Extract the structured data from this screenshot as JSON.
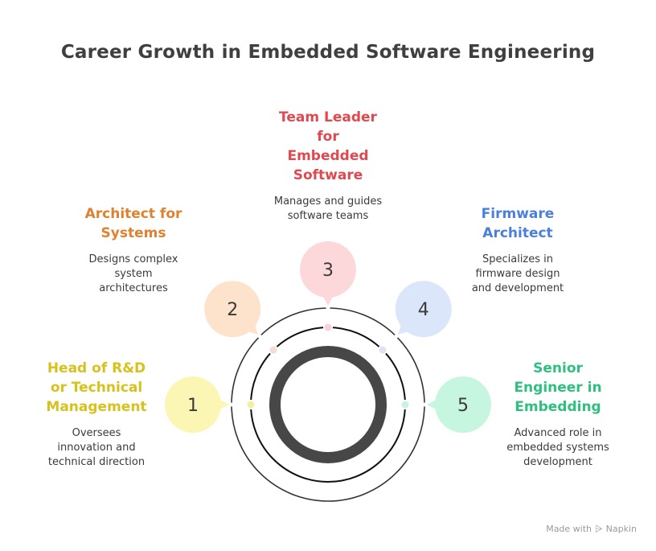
{
  "title": "Career Growth in Embedded Software Engineering",
  "steps": [
    {
      "number": "1",
      "heading_lines": [
        "Head of R&D",
        "or Technical",
        "Management"
      ],
      "description_lines": [
        "Oversees",
        "innovation and",
        "technical direction"
      ],
      "heading_color": "#d6c21a",
      "bubble_color": "#fcf6b4",
      "dot_color": "#f2f0a0"
    },
    {
      "number": "2",
      "heading_lines": [
        "Architect for",
        "Systems"
      ],
      "description_lines": [
        "Designs complex",
        "system",
        "architectures"
      ],
      "heading_color": "#e0812e",
      "bubble_color": "#fde3cc",
      "dot_color": "#f3ddd0"
    },
    {
      "number": "3",
      "heading_lines": [
        "Team Leader",
        "for",
        "Embedded",
        "Software"
      ],
      "description_lines": [
        "Manages and guides",
        "software teams"
      ],
      "heading_color": "#e0494f",
      "bubble_color": "#fdd8da",
      "dot_color": "#f9d2d8"
    },
    {
      "number": "4",
      "heading_lines": [
        "Firmware",
        "Architect"
      ],
      "description_lines": [
        "Specializes in",
        "firmware design",
        "and development"
      ],
      "heading_color": "#4a7fe0",
      "bubble_color": "#dbe6fb",
      "dot_color": "#dde3f2"
    },
    {
      "number": "5",
      "heading_lines": [
        "Senior",
        "Engineer in",
        "Embedding"
      ],
      "description_lines": [
        "Advanced role in",
        "embedded systems",
        "development"
      ],
      "heading_color": "#2fbf7e",
      "bubble_color": "#c6f6e0",
      "dot_color": "#c9f2e2"
    }
  ],
  "footer": {
    "made_with": "Made with",
    "brand": "Napkin",
    "logo_icon": "napkin-logo-icon"
  },
  "colors": {
    "title": "#3f3f3f",
    "ring": "#333333",
    "core_ring": "#474747",
    "number_text": "#3a3a3a"
  }
}
